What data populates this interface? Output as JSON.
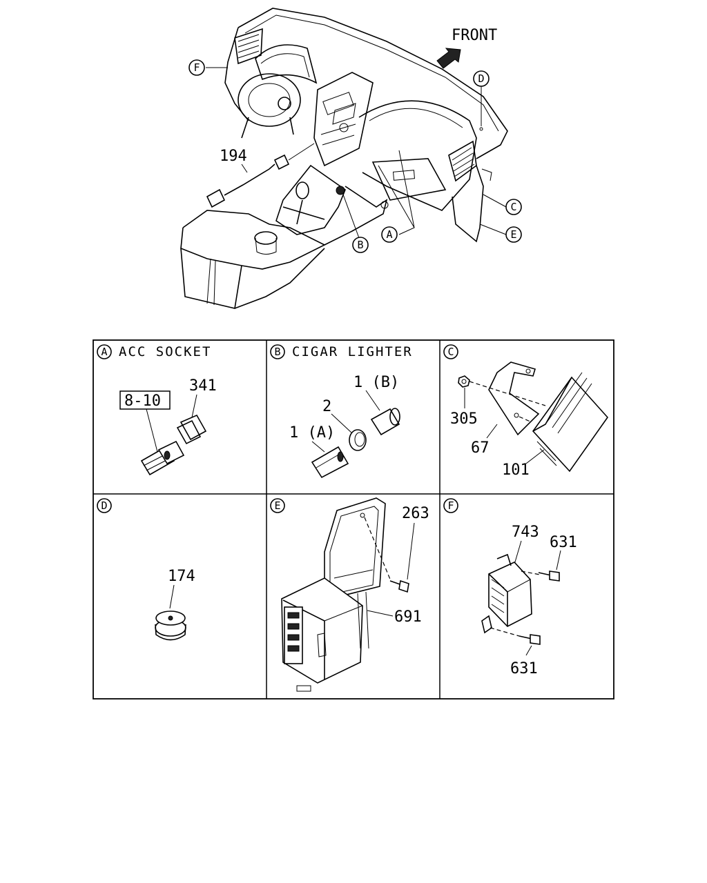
{
  "overview": {
    "front_label": "FRONT",
    "part_194": "194",
    "callouts": [
      "A",
      "B",
      "C",
      "D",
      "E",
      "F"
    ]
  },
  "panels": [
    {
      "letter": "A",
      "title": "ACC SOCKET",
      "labels": [
        "341",
        "8-10"
      ]
    },
    {
      "letter": "B",
      "title": "CIGAR LIGHTER",
      "labels": [
        "1 (B)",
        "2",
        "1 (A)"
      ]
    },
    {
      "letter": "C",
      "title": "",
      "labels": [
        "305",
        "67",
        "101"
      ]
    },
    {
      "letter": "D",
      "title": "",
      "labels": [
        "174"
      ]
    },
    {
      "letter": "E",
      "title": "",
      "labels": [
        "263",
        "691"
      ]
    },
    {
      "letter": "F",
      "title": "",
      "labels": [
        "743",
        "631",
        "631"
      ]
    }
  ]
}
